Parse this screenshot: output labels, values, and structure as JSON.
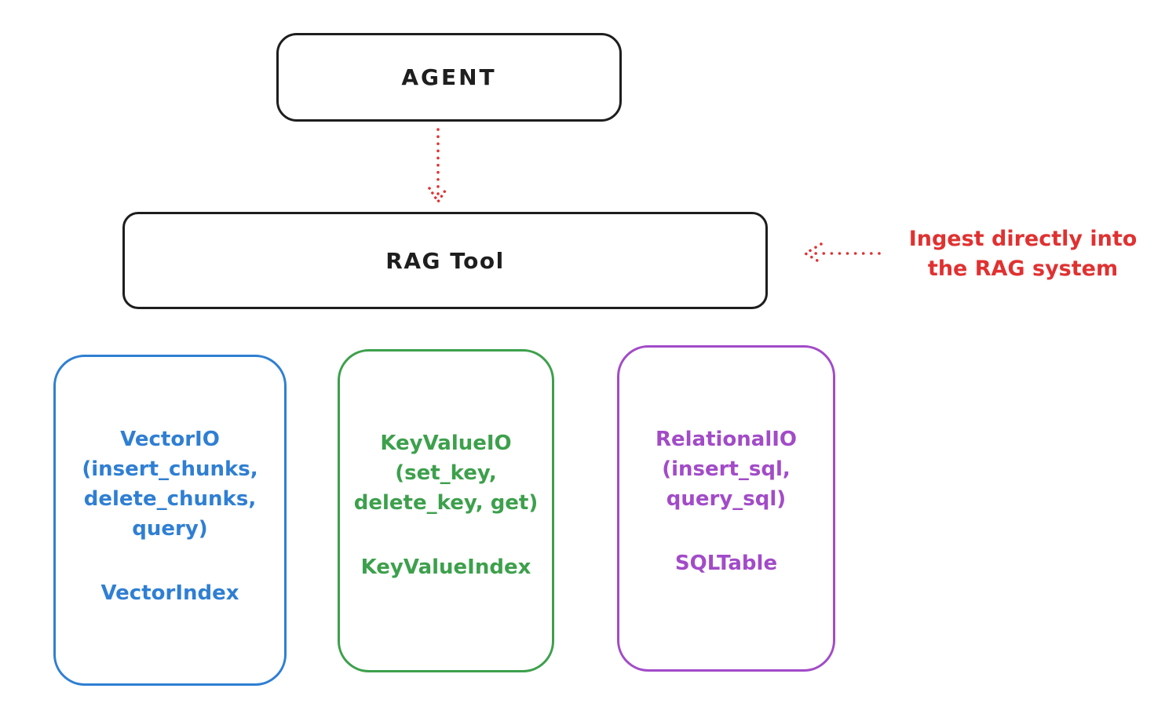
{
  "agent_box": {
    "label": "AGENT"
  },
  "rag_tool_box": {
    "label": "RAG Tool"
  },
  "ingest_note": {
    "line1": "Ingest directly into",
    "line2": "the RAG system"
  },
  "storage_boxes": [
    {
      "title": "VectorIO",
      "methods": [
        "(insert_chunks,",
        "delete_chunks,",
        "query)"
      ],
      "index_label": "VectorIndex",
      "color": "#2f7fd3"
    },
    {
      "title": "KeyValueIO",
      "methods": [
        "(set_key,",
        "delete_key, get)"
      ],
      "index_label": "KeyValueIndex",
      "color": "#3da04c"
    },
    {
      "title": "RelationalIO",
      "methods": [
        "(insert_sql,",
        "query_sql)"
      ],
      "index_label": "SQLTable",
      "color": "#a24bc8"
    }
  ],
  "colors": {
    "outline": "#1e1e1e",
    "arrow_red": "#e03131",
    "vector_blue": "#2f7fd3",
    "keyvalue_green": "#3da04c",
    "relational_purple": "#a24bc8"
  }
}
